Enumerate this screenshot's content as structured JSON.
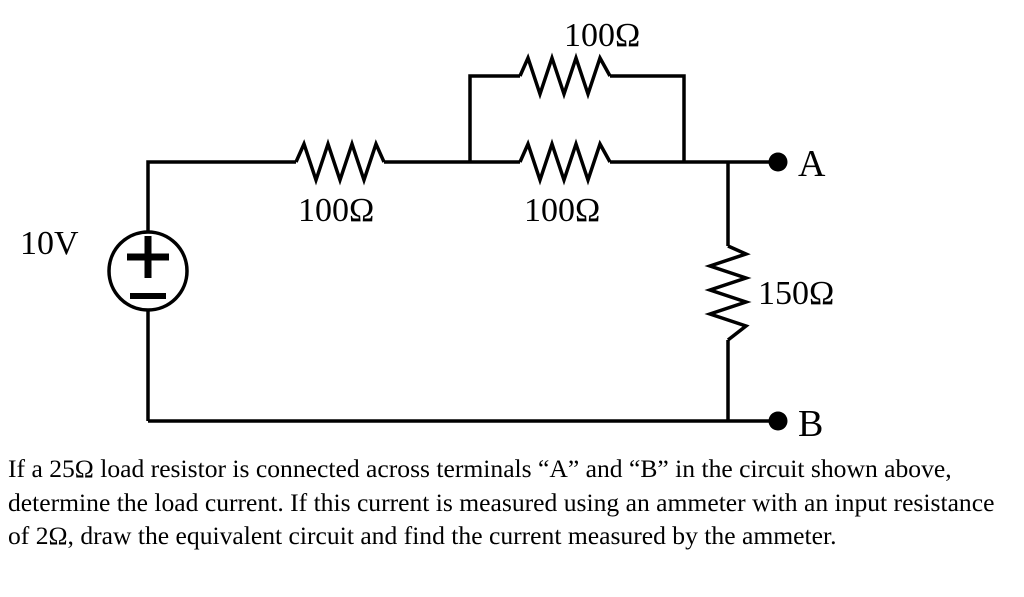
{
  "circuit": {
    "source": {
      "label": "10V",
      "plus": "+",
      "minus": "−"
    },
    "resistors": {
      "r_series": "100Ω",
      "r_parallel_top": "100Ω",
      "r_parallel_bottom": "100Ω",
      "r_shunt": "150Ω"
    },
    "terminals": {
      "a": "A",
      "b": "B"
    }
  },
  "problem": {
    "text": "If a 25Ω load resistor is connected across terminals “A” and “B” in the circuit shown above, determine the load current. If this current is measured using an ammeter with an input resistance of 2Ω, draw the equivalent circuit and find the current measured by the ammeter."
  }
}
